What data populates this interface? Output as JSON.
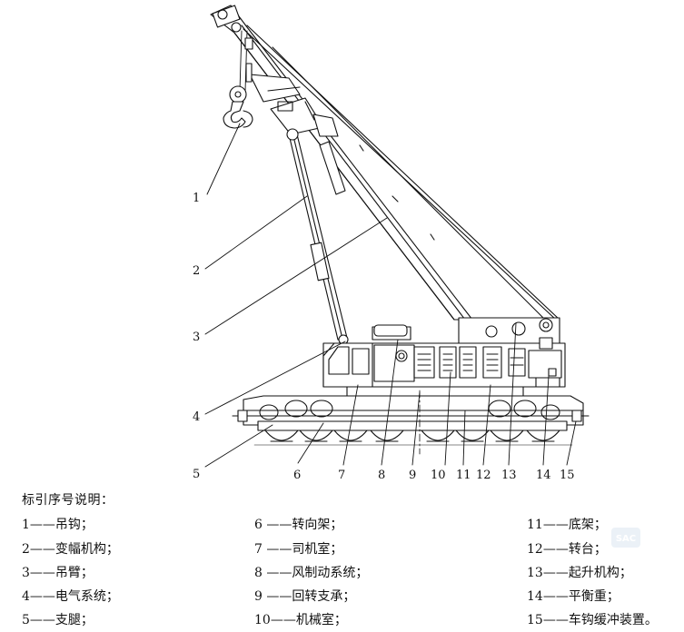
{
  "legend": {
    "title": "标引序号说明：",
    "items": [
      {
        "num": "1",
        "text": "1——吊钩；"
      },
      {
        "num": "2",
        "text": "2——变幅机构；"
      },
      {
        "num": "3",
        "text": "3——吊臂；"
      },
      {
        "num": "4",
        "text": "4——电气系统；"
      },
      {
        "num": "5",
        "text": "5——支腿；"
      },
      {
        "num": "6",
        "text": "6 ——转向架；"
      },
      {
        "num": "7",
        "text": "7 ——司机室；"
      },
      {
        "num": "8",
        "text": "8 ——风制动系统；"
      },
      {
        "num": "9",
        "text": "9 ——回转支承；"
      },
      {
        "num": "10",
        "text": "10——机械室；"
      },
      {
        "num": "11",
        "text": "11——底架；"
      },
      {
        "num": "12",
        "text": "12——转台；"
      },
      {
        "num": "13",
        "text": "13——起升机构；"
      },
      {
        "num": "14",
        "text": "14——平衡重；"
      },
      {
        "num": "15",
        "text": "15——车钩缓冲装置。"
      }
    ]
  },
  "callouts": [
    "1",
    "2",
    "3",
    "4",
    "5",
    "6",
    "7",
    "8",
    "9",
    "10",
    "11",
    "12",
    "13",
    "14",
    "15"
  ],
  "watermark": "SAC"
}
